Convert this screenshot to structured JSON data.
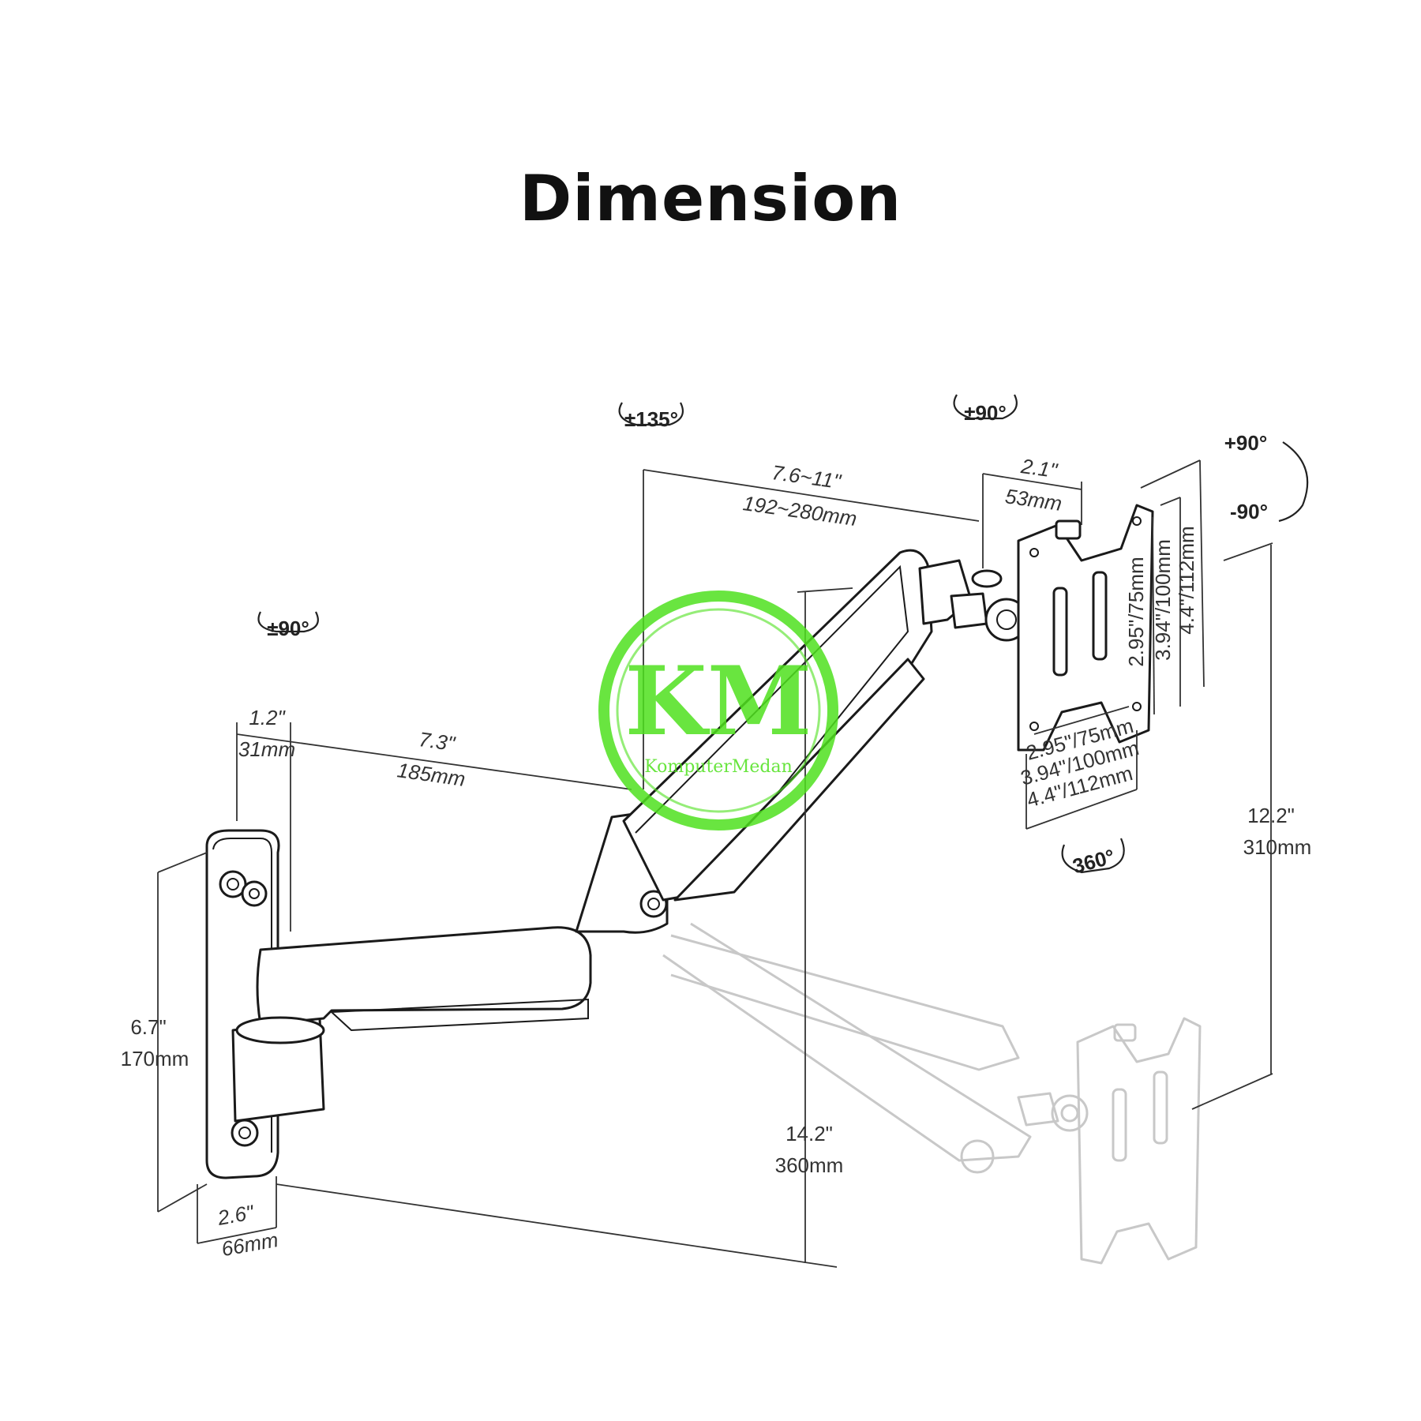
{
  "title": "Dimension",
  "rotations": {
    "arm_base": "±90°",
    "arm_joint": "±135°",
    "head_swivel": "±90°",
    "vesa_rotate": "360°",
    "tilt_up": "+90°",
    "tilt_down": "-90°"
  },
  "dimensions": {
    "base_depth": {
      "imperial": "1.2\"",
      "metric": "31mm"
    },
    "lower_arm": {
      "imperial": "7.3\"",
      "metric": "185mm"
    },
    "upper_arm": {
      "imperial": "7.6~11\"",
      "metric": "192~280mm"
    },
    "head_offset": {
      "imperial": "2.1\"",
      "metric": "53mm"
    },
    "plate_height": {
      "imperial": "6.7\"",
      "metric": "170mm"
    },
    "plate_width": {
      "imperial": "2.6\"",
      "metric": "66mm"
    },
    "vertical_range": {
      "imperial": "14.2\"",
      "metric": "360mm"
    },
    "total_height": {
      "imperial": "12.2\"",
      "metric": "310mm"
    }
  },
  "vesa": {
    "small": "2.95\"/75mm",
    "medium": "3.94\"/100mm",
    "large": "4.4\"/112mm"
  },
  "watermark": {
    "logo_text": "KM",
    "brand": "KomputerMedan",
    "color": "#4fe11e"
  }
}
